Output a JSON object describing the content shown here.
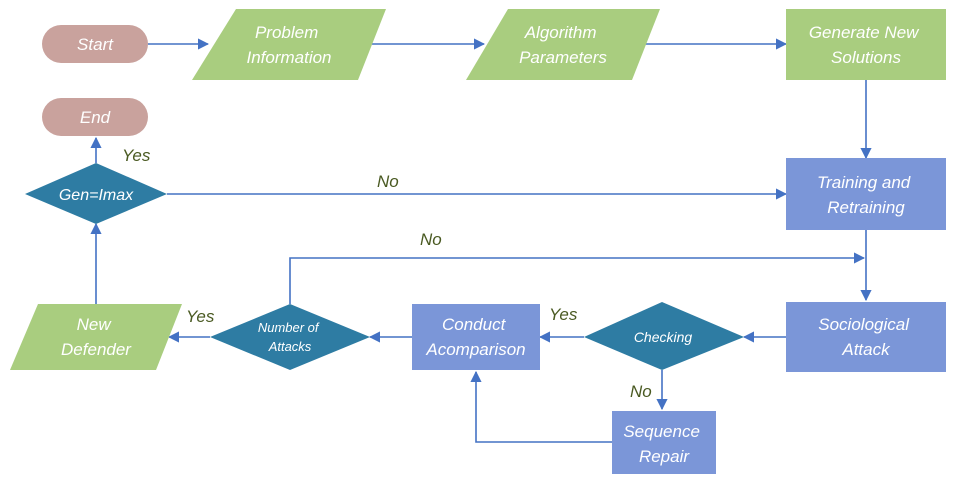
{
  "colors": {
    "terminal": "#c9a29d",
    "io": "#a9cd7f",
    "process_green": "#a9cd7f",
    "process_blue": "#7b96d8",
    "decision": "#2e7ca3",
    "arrow": "#4472c4",
    "edge_label": "#4a5a22"
  },
  "nodes": {
    "start": {
      "text": [
        "Start"
      ]
    },
    "end": {
      "text": [
        "End"
      ]
    },
    "problem_information": {
      "text": [
        "Problem",
        "Information"
      ]
    },
    "algorithm_parameters": {
      "text": [
        "Algorithm",
        "Parameters"
      ]
    },
    "generate_new_solutions": {
      "text": [
        "Generate New",
        "Solutions"
      ]
    },
    "training_and_retraining": {
      "text": [
        "Training and",
        "Retraining"
      ]
    },
    "sociological_attack": {
      "text": [
        "Sociological",
        "Attack"
      ]
    },
    "checking": {
      "text": [
        "Checking"
      ]
    },
    "conduct_acomparison": {
      "text": [
        "Conduct",
        "Acomparison"
      ]
    },
    "sequence_repair": {
      "text": [
        "Sequence",
        "Repair"
      ]
    },
    "number_of_attacks": {
      "text": [
        "Number of",
        "Attacks"
      ]
    },
    "new_defender": {
      "text": [
        "New",
        "Defender"
      ]
    },
    "gen_imax": {
      "text": [
        "Gen=Imax"
      ]
    }
  },
  "edge_labels": {
    "gen_yes": "Yes",
    "gen_no": "No",
    "attacks_no": "No",
    "attacks_yes": "Yes",
    "checking_yes": "Yes",
    "checking_no": "No"
  }
}
